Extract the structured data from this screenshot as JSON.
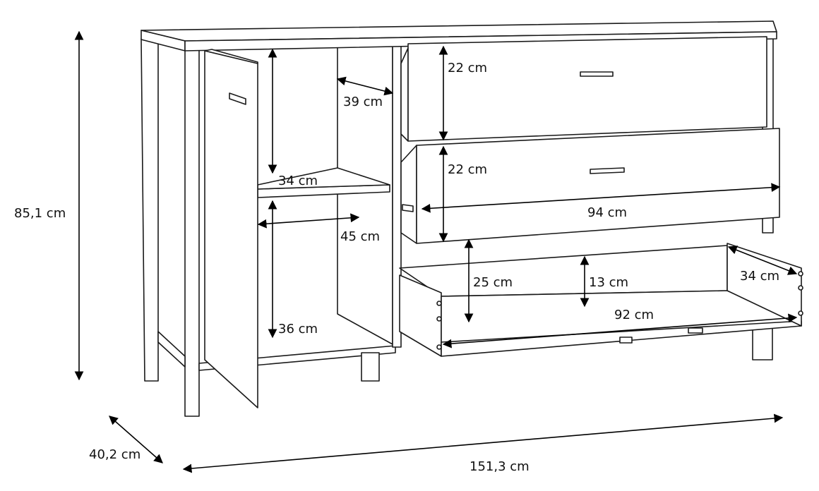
{
  "title": "Sideboard dimensions",
  "dimensions": {
    "height_total": "85,1 cm",
    "depth_total": "40,2 cm",
    "width_total": "151,3 cm",
    "drawer1_height": "22 cm",
    "drawer2_height": "22 cm",
    "shelf_depth": "39 cm",
    "upper_compartment_height": "34 cm",
    "compartment_width": "45 cm",
    "lower_compartment_height": "36 cm",
    "drawer_width_outer": "94 cm",
    "drawer3_front_height": "25 cm",
    "drawer3_inner_height": "13 cm",
    "drawer3_depth": "34 cm",
    "drawer3_inner_width": "92 cm"
  }
}
